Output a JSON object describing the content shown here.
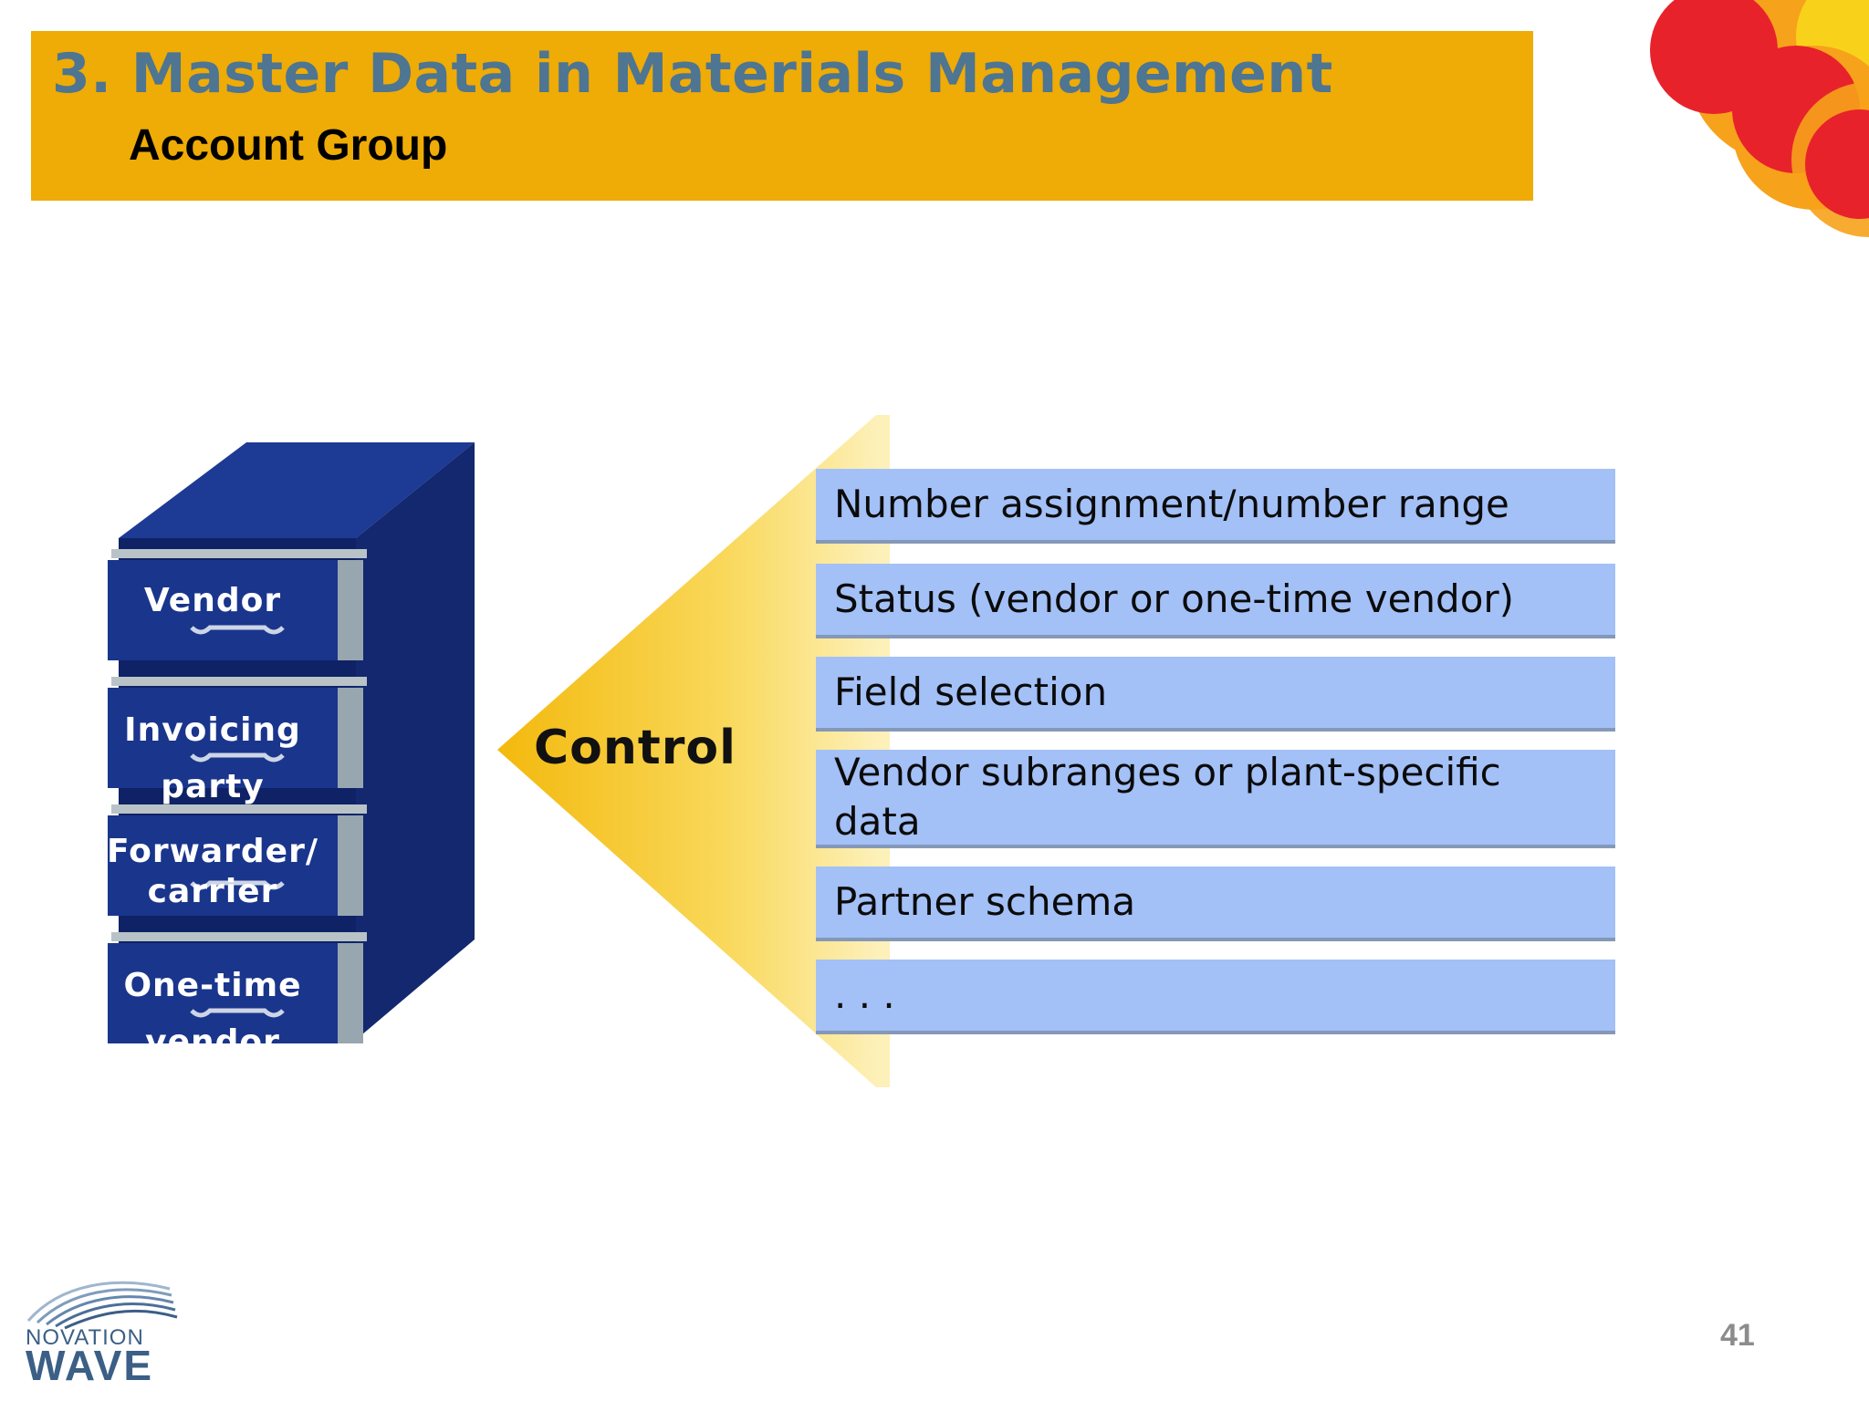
{
  "header": {
    "title": "3. Master Data in Materials Management",
    "subtitle": "Account Group"
  },
  "cabinet": {
    "drawers": [
      {
        "lines": [
          "Vendor"
        ]
      },
      {
        "lines": [
          "Invoicing",
          "party"
        ]
      },
      {
        "lines": [
          "Forwarder/",
          "carrier"
        ]
      },
      {
        "lines": [
          "One-time",
          "vendor"
        ]
      }
    ]
  },
  "arrow": {
    "label": "Control"
  },
  "controls": [
    {
      "lines": [
        "Number assignment/number range"
      ]
    },
    {
      "lines": [
        "Status (vendor or one-time vendor)"
      ]
    },
    {
      "lines": [
        "Field selection"
      ]
    },
    {
      "lines": [
        "Vendor subranges or plant-specific",
        "data"
      ]
    },
    {
      "lines": [
        "Partner schema"
      ]
    },
    {
      "lines": [
        ". . ."
      ]
    }
  ],
  "logo": {
    "line1": "NOVATION",
    "line2": "WAVE"
  },
  "page_number": "41",
  "colors": {
    "header_bg": "#efab06",
    "title_color": "#4e7591",
    "cabinet_blue": "#1a358c",
    "row_blue": "#a3c0f7",
    "arrow_yellow": "#f5c419"
  }
}
